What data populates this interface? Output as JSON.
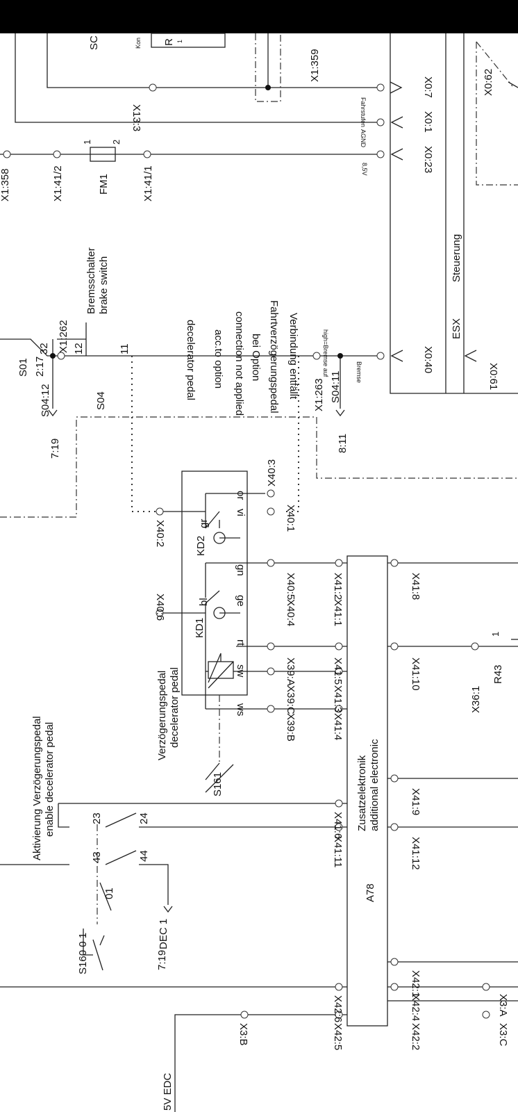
{
  "labels": {
    "s0_cut": "SC",
    "kon_cut": "Kon",
    "r_cut": "R",
    "r_one": "1",
    "x1_359": "X1:359",
    "x13_3": "X13:3",
    "x0_7": "X0:7",
    "fahrstufen": "Fahrstufen",
    "x0_62": "X0:62",
    "x0_1": "X0:1",
    "agnd": "AGND",
    "x1_358": "X1:358",
    "x1_41_2": "X1:41/2",
    "fm1": "FM1",
    "fm1_pin1": "1",
    "fm1_pin2": "2",
    "x1_41_1": "X1:41/1",
    "x0_23": "X0:23",
    "v85": "8,5V",
    "steuerung": "Steuerung",
    "bremsschalter": "Bremsschalter",
    "brake_switch": "brake switch",
    "s01": "S01",
    "ref_2_17": "2:17",
    "pin_32": "32",
    "x1_262": "X1:262",
    "pin_12": "12",
    "pin_11": "11",
    "s04_12": "S04:12",
    "s04": "S04",
    "ref_7_19a": "7:19",
    "note_1": "decelerator pedal",
    "note_2": "acc.to option",
    "note_3": "connection not applied",
    "note_4": "bei Option",
    "note_5": "Fahrtverzögerungspedal",
    "note_6": "Verbindung entfällt",
    "high_bremse": "high=Bremse auf",
    "bremse": "Bremse",
    "x0_40": "X0:40",
    "esx": "ESX",
    "x0_61": "X0:61",
    "x1_263": "X1:263",
    "s04_11": "S04:11",
    "ref_8_11": "8:11",
    "x40_3": "X40:3",
    "or": "or",
    "vi": "vi",
    "x40_1": "X40:1",
    "x40_2": "X40:2",
    "gr": "gr",
    "kd2": "KD2",
    "gn": "gn",
    "x41_2": "X41:2",
    "x40_5": "X40:5",
    "x41_8": "X41:8",
    "x40_6": "X40:6",
    "bl": "bl",
    "kd1": "KD1",
    "ge": "ge",
    "x41_1": "X41:1",
    "x40_4": "X40:4",
    "rt": "rt",
    "sw": "sw",
    "x41_5": "X41:5",
    "x39_a": "X39:A",
    "x41_10": "X41:10",
    "x41_3": "X41:3",
    "x39_c": "X39:C",
    "x36_1": "X36:1",
    "r43": "R43",
    "r43_pin1": "1",
    "ws": "ws",
    "x41_4": "X41:4",
    "x39_b": "X39:B",
    "pedal_de": "Verzögerungspedal",
    "pedal_en": "decelerator pedal",
    "s161": "S161",
    "enable_de": "Aktivierung Verzögerungspedal",
    "enable_en": "enable decelerator pedal",
    "zusatz_de": "Zusatzelektronik",
    "zusatz_en": "additional electronic",
    "x41_9": "X41:9",
    "pin_23": "23",
    "pin_24": "24",
    "x41_6": "X41:6",
    "x41_11": "X41:11",
    "x41_12": "X41:12",
    "pin_43": "43",
    "pin_44": "44",
    "pin_01": "01",
    "a78": "A78",
    "dec_1": "DEC 1",
    "ref_7_19b": "7:19",
    "s160": "S160 0 1",
    "x42_1": "X42:1",
    "x42_6": "X42:6",
    "x42_4": "X42:4",
    "x3_a": "X3:A",
    "x3_b": "X3:B",
    "x42_5": "X42:5",
    "x42_2": "X42:2",
    "x3_c": "X3:C",
    "v5_edc": "5V EDC"
  }
}
